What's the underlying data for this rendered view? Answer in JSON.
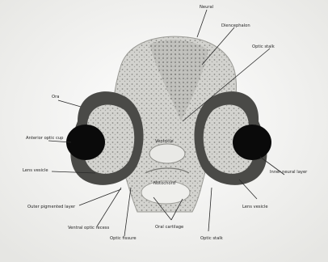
{
  "figure": {
    "kind": "low-resolution histology micrograph, transverse section through head with two eyes",
    "labels": {
      "top": "Neural",
      "forebrain_label": "Diencephalon",
      "upper_right_label": "Optic stalk",
      "left_upper": "Ora",
      "left_eye_label": "Anterior optic cup",
      "left_lens_label": "Lens vesicle",
      "left_lower": "Outer pigmented layer",
      "bottom_left_a": "Ventral optic recess",
      "bottom_left_b": "Optic fissure",
      "bottom_center": "Oral cartilage",
      "bottom_right": "Optic stalk",
      "right_lower_a": "Lens vesicle",
      "right_lower_b": "Inner neural layer",
      "center_upper": "Ventricle",
      "center_lower": "Notochord"
    }
  }
}
